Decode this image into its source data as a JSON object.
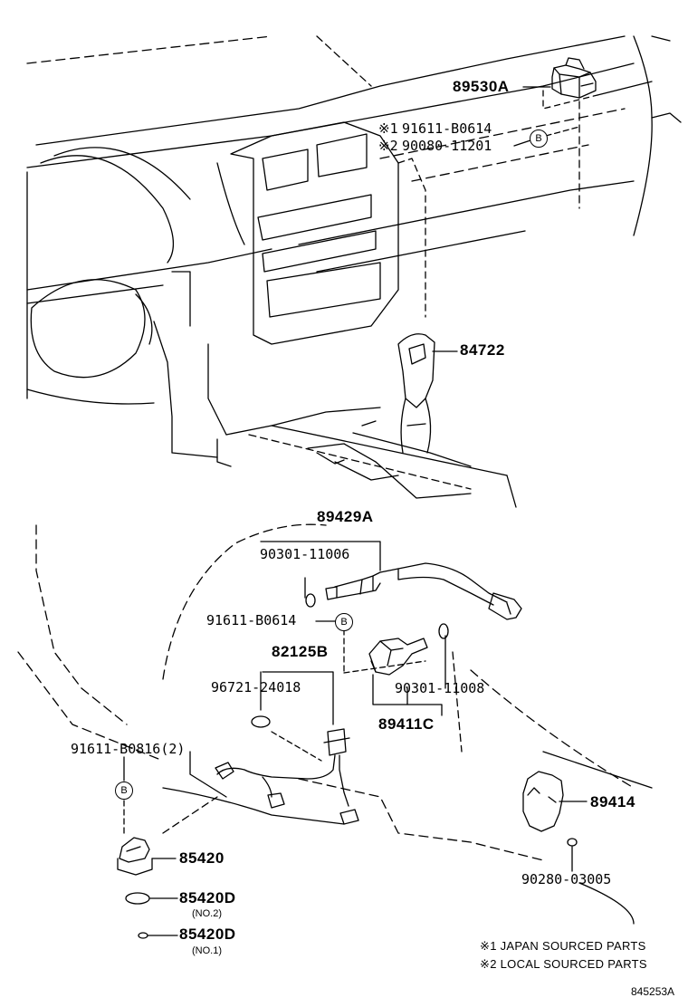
{
  "parts": {
    "p89530A": "89530A",
    "p91611B0614_top": "91611-B0614",
    "p90080_11201": "90080-11201",
    "p84722": "84722",
    "p89429A": "89429A",
    "p90301_11006": "90301-11006",
    "p91611B0614_mid": "91611-B0614",
    "p82125B": "82125B",
    "p96721_24018": "96721-24018",
    "p90301_11008": "90301-11008",
    "p89411C": "89411C",
    "p91611B0816": "91611-B0816(2)",
    "p89414": "89414",
    "p85420": "85420",
    "p85420D_no2": "85420D",
    "p85420D_no1": "85420D",
    "p90280_03005": "90280-03005"
  },
  "notes": {
    "mark1": "※1",
    "mark2": "※2",
    "no2": "(NO.2)",
    "no1": "(NO.1)"
  },
  "badge_letter": "B",
  "legend": {
    "line1": "※1 JAPAN SOURCED PARTS",
    "line2": "※2 LOCAL SOURCED PARTS"
  },
  "diagram_ref": "845253A"
}
